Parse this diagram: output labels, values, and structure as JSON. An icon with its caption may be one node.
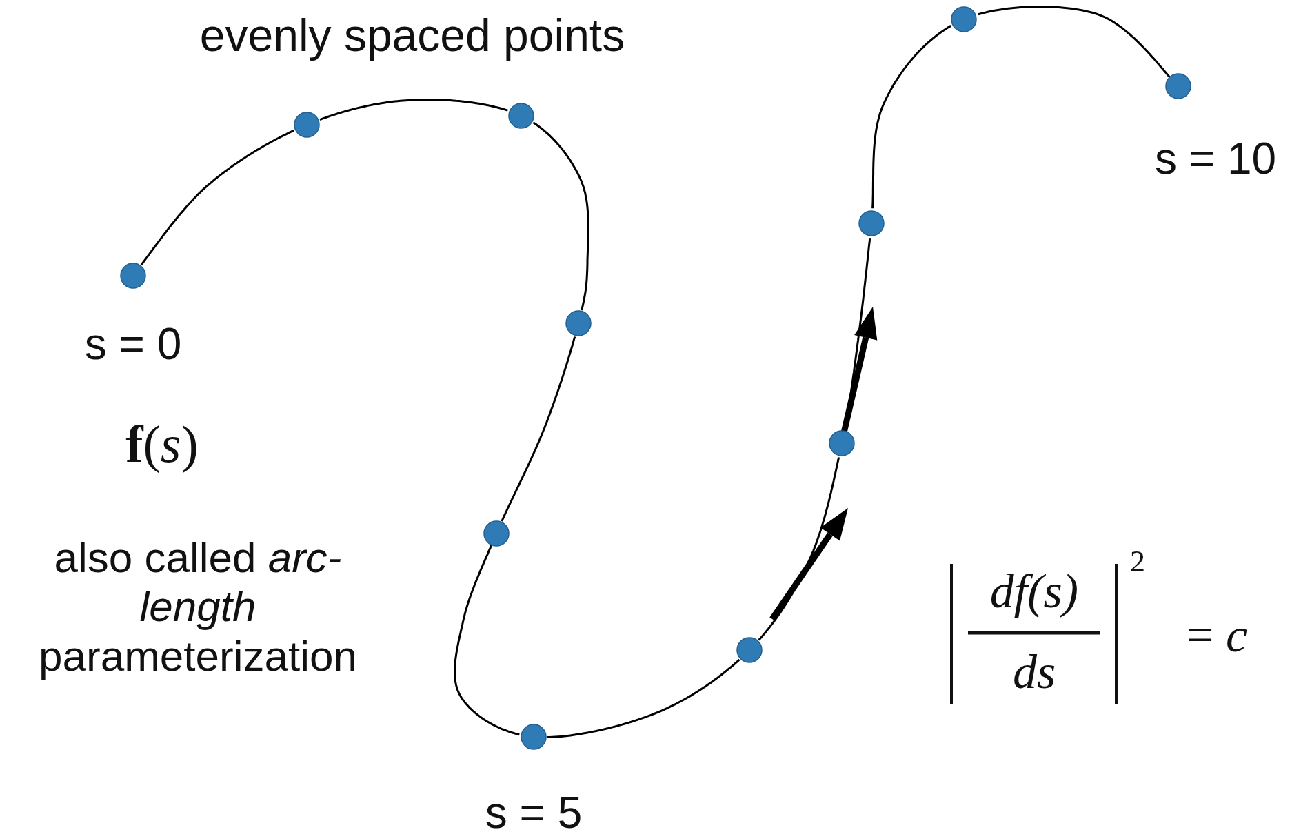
{
  "diagram": {
    "nodes": [
      {
        "text": [],
        "shape": "circle"
      },
      {
        "text": [],
        "shape": "circle"
      },
      {
        "text": [],
        "shape": "circle"
      },
      {
        "text": [],
        "shape": "circle"
      },
      {
        "text": [],
        "shape": "circle"
      },
      {
        "text": [],
        "shape": "circle"
      },
      {
        "text": [],
        "shape": "circle"
      },
      {
        "text": [],
        "shape": "circle"
      },
      {
        "text": [],
        "shape": "circle"
      },
      {
        "text": [],
        "shape": "circle"
      },
      {
        "text": [],
        "shape": "circle"
      }
    ],
    "edges": [
      {
        "from": 0,
        "to": 1,
        "arrow": "none"
      },
      {
        "from": 1,
        "to": 2,
        "arrow": "none"
      },
      {
        "from": 2,
        "to": 3,
        "arrow": "none"
      },
      {
        "from": 3,
        "to": 4,
        "arrow": "none"
      },
      {
        "from": 4,
        "to": 5,
        "arrow": "none"
      },
      {
        "from": 5,
        "to": 6,
        "arrow": "none"
      },
      {
        "from": 6,
        "to": 7,
        "arrow": "none"
      },
      {
        "from": 7,
        "to": 8,
        "arrow": "none"
      },
      {
        "from": 8,
        "to": 9,
        "arrow": "none"
      },
      {
        "from": 9,
        "to": 10,
        "arrow": "none"
      }
    ],
    "labels": [
      "evenly spaced points",
      "s = 10",
      "s = 0",
      "**f**(*s*)",
      "also called *arc-length* parameterization",
      "df(s)",
      "2",
      "ds",
      "= *c*",
      "s = 5"
    ]
  }
}
